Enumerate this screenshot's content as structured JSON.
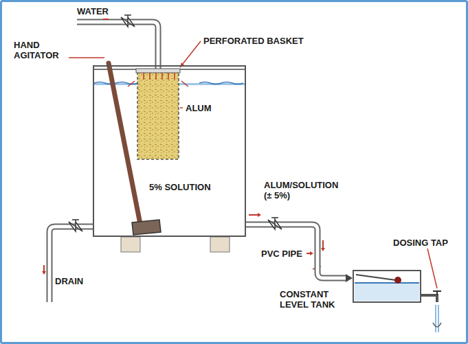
{
  "diagram": {
    "nodes": [
      {
        "text": [
          "5% SOLUTION"
        ]
      },
      {
        "text": [
          "CONSTANT LEVEL TANK"
        ]
      }
    ],
    "edges": [
      {
        "from": 0,
        "to": 1,
        "arrow": "to"
      }
    ],
    "labels": [
      "WATER",
      "HAND AGITATOR",
      "PERFORATED BASKET",
      "ALUM",
      "ALUM/SOLUTION (± 5%)",
      "PVC PIPE",
      "DRAIN",
      "DOSING TAP"
    ]
  }
}
